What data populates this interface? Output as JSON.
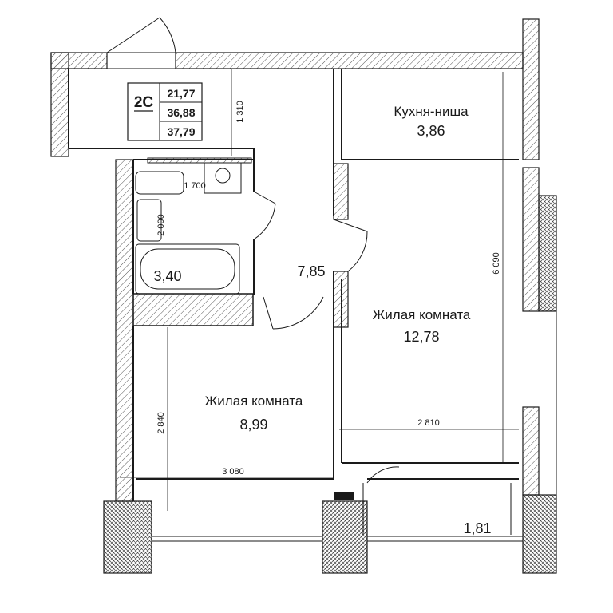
{
  "apartment": {
    "code": "2С",
    "area_living": "21,77",
    "area_total": "36,88",
    "area_total_with_balcony": "37,79"
  },
  "rooms": {
    "kitchen": {
      "label": "Кухня-ниша",
      "area": "3,86"
    },
    "living_large": {
      "label": "Жилая комната",
      "area": "12,78"
    },
    "living_small": {
      "label": "Жилая комната",
      "area": "8,99"
    },
    "hallway": {
      "area": "7,85"
    },
    "bathroom": {
      "area": "3,40"
    },
    "balcony": {
      "area": "1,81"
    }
  },
  "dimensions": {
    "entry_height": "1 310",
    "bath_width": "1 700",
    "bath_length": "2 000",
    "living_large_height": "6 090",
    "living_large_width": "2 810",
    "living_small_height": "2 840",
    "living_small_width": "3 080"
  },
  "colors": {
    "wall": "#1a1a1a",
    "hatch": "#555555"
  }
}
